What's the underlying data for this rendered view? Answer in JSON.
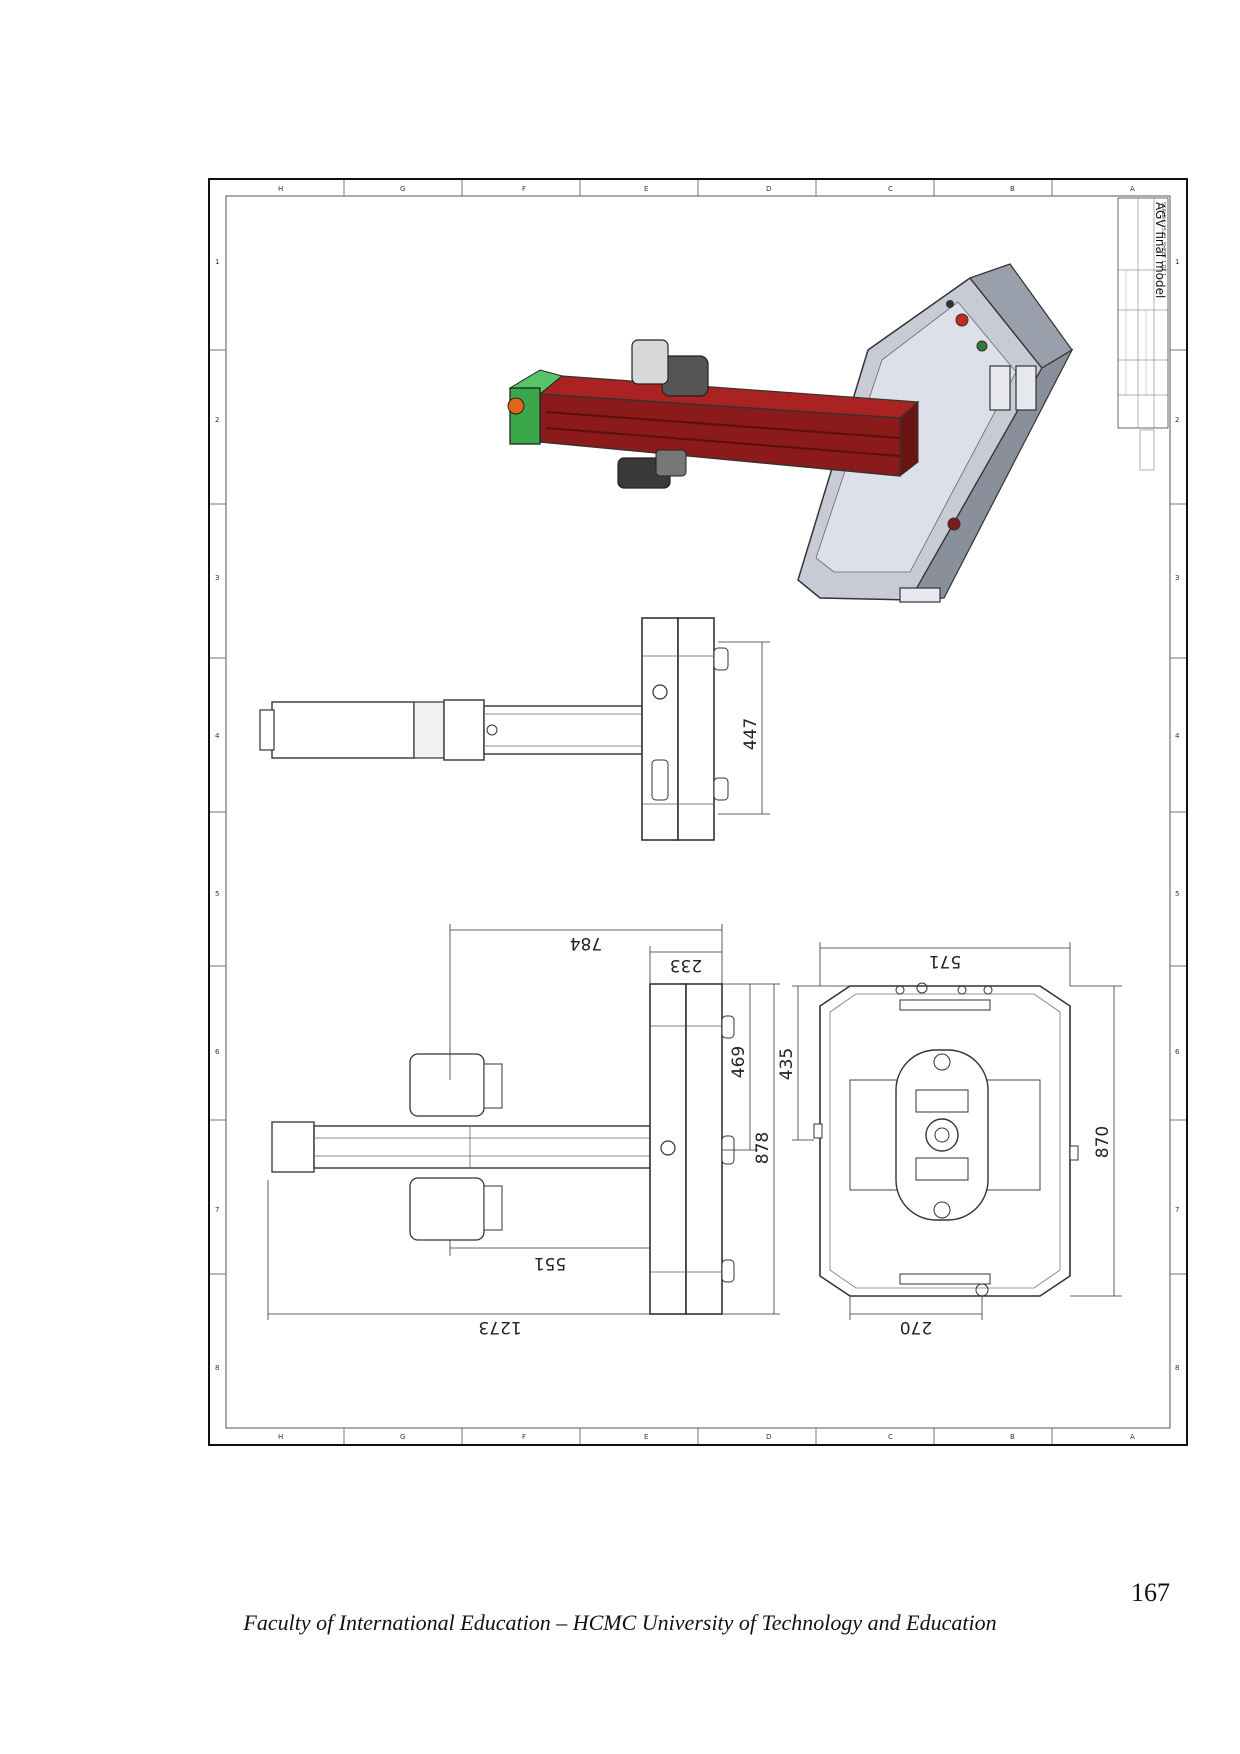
{
  "drawing": {
    "zones_columns": [
      "H",
      "G",
      "F",
      "E",
      "D",
      "C",
      "B",
      "A"
    ],
    "zones_rows": [
      "1",
      "2",
      "3",
      "4",
      "5",
      "6",
      "7",
      "8"
    ],
    "title_block": {
      "drawing_title": "AGV final model",
      "scale": "SCALE:1:15",
      "sheet": "SHEET 1 OF 1"
    },
    "dimensions": {
      "side_width": "447",
      "top_overall_width": "784",
      "top_base_depth": "233",
      "top_height_469": "469",
      "top_height_878": "878",
      "top_arm_width": "551",
      "top_overall_length": "1273",
      "bottom_width": "571",
      "bottom_height_435": "435",
      "bottom_height_870": "870",
      "bottom_width_270": "270"
    },
    "colors": {
      "column_red": "#8b1a1a",
      "head_green": "#3aa84a",
      "estop_orange": "#e0661c",
      "base_grey": "#c8cbd6"
    }
  },
  "page": {
    "number": "167",
    "footer": "Faculty of International Education – HCMC University of Technology and Education"
  }
}
